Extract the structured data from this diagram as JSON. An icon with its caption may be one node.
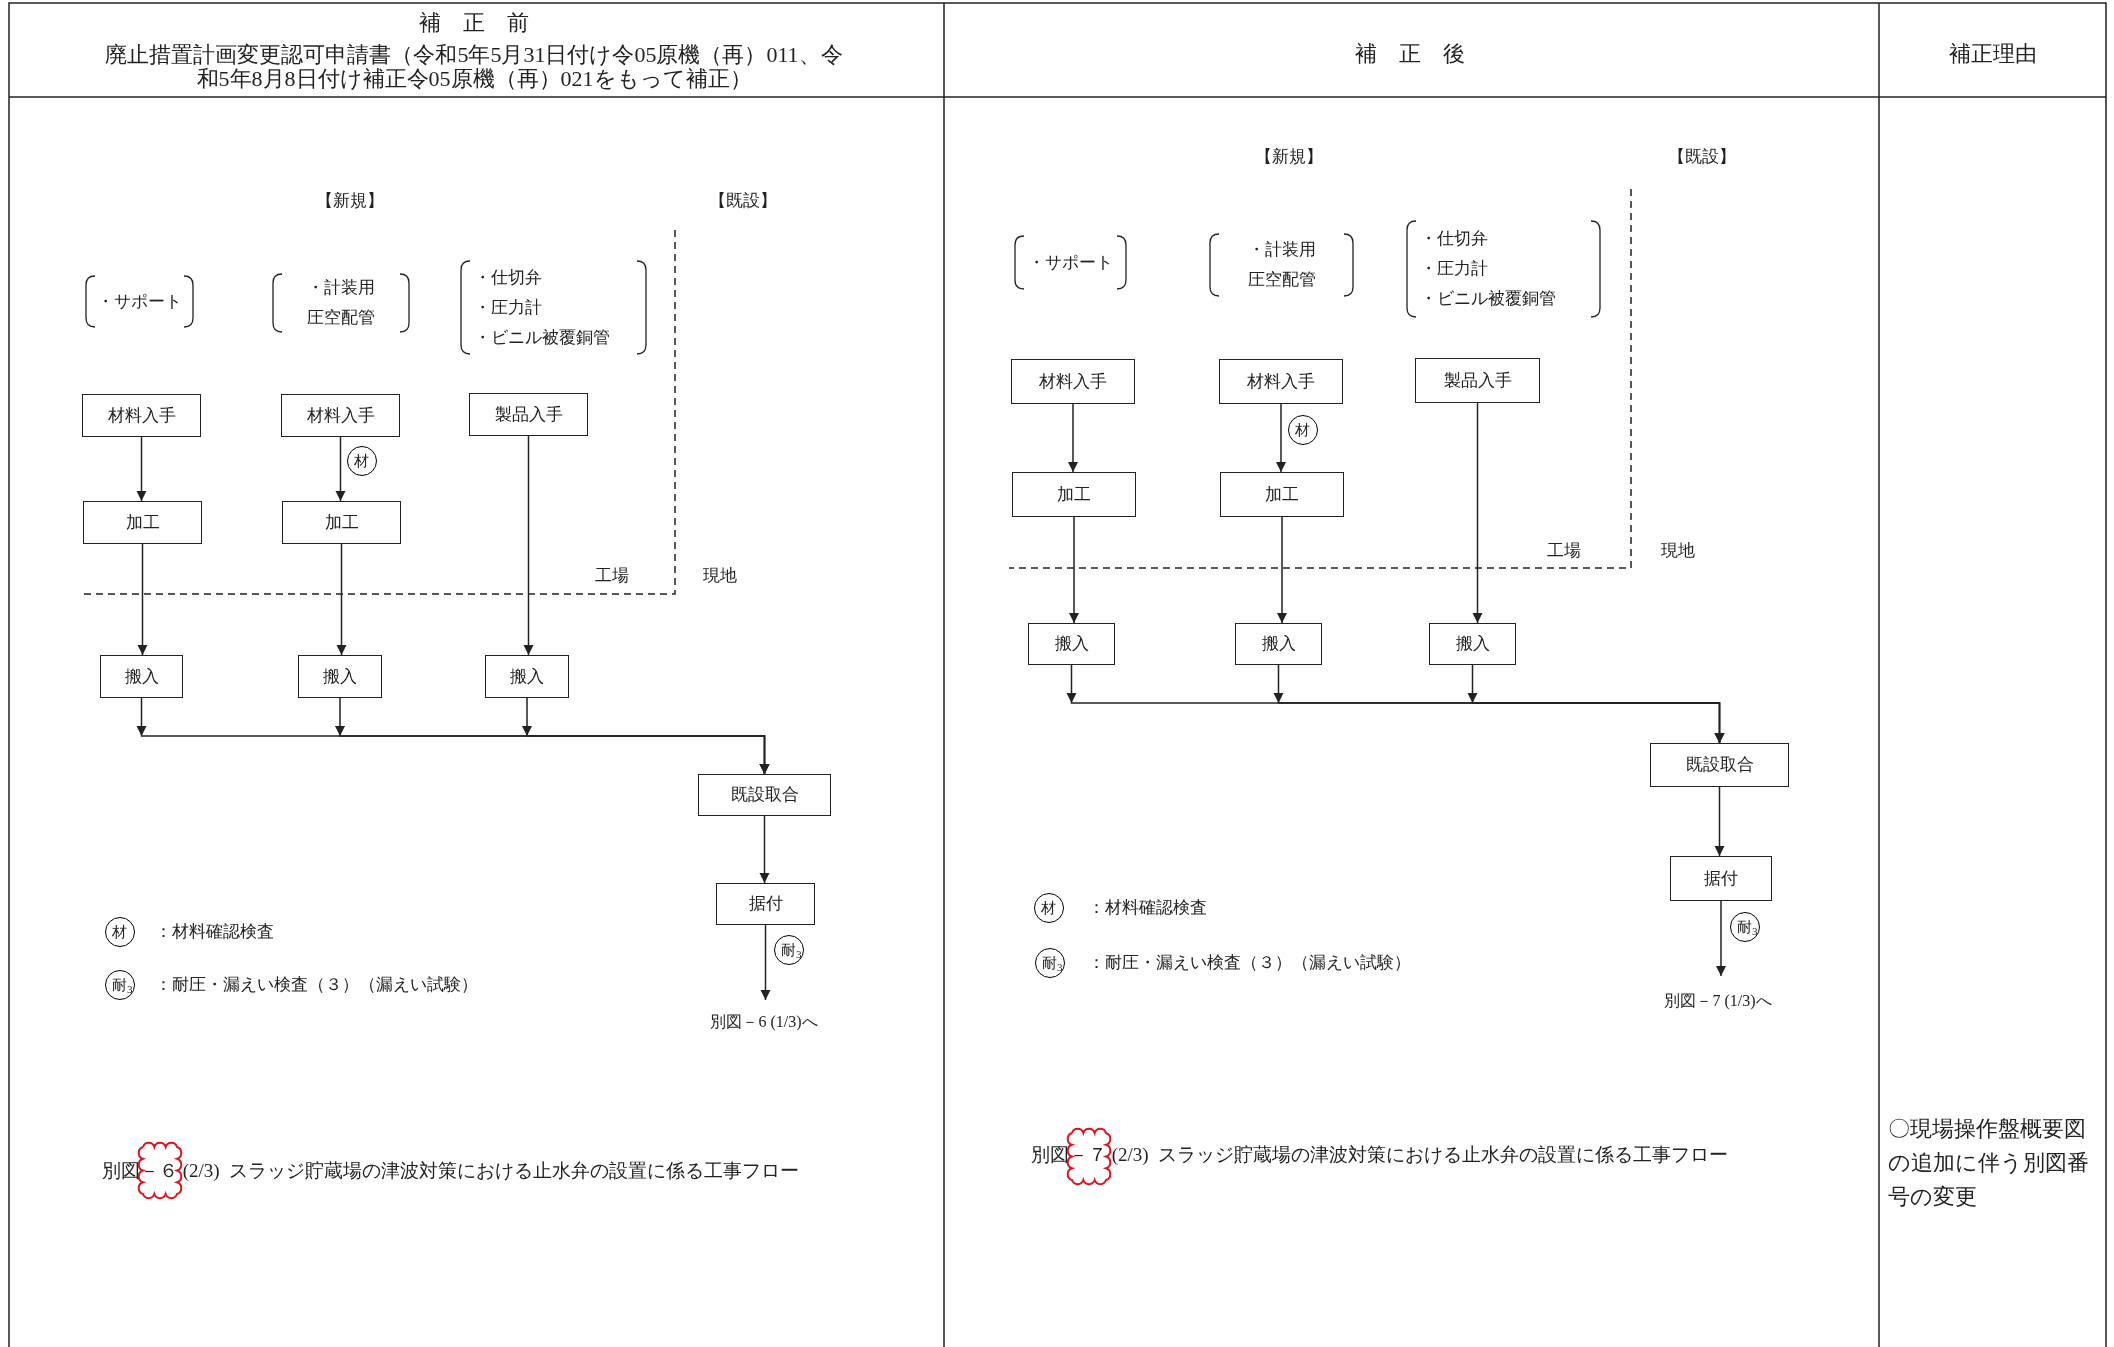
{
  "diagram": {
    "nodes": [
      {
        "text": [
          "・サポート"
        ]
      },
      {
        "text": [
          "・計装用",
          "圧空配管"
        ]
      },
      {
        "text": [
          "・仕切弁",
          "・圧力計",
          "・ビニル被覆銅管"
        ]
      },
      {
        "text": [
          "材料入手"
        ]
      },
      {
        "text": [
          "材料入手"
        ]
      },
      {
        "text": [
          "製品入手"
        ]
      },
      {
        "text": [
          "加工"
        ]
      },
      {
        "text": [
          "加工"
        ]
      },
      {
        "text": [
          "搬入"
        ]
      },
      {
        "text": [
          "搬入"
        ]
      },
      {
        "text": [
          "搬入"
        ]
      },
      {
        "text": [
          "既設取合"
        ]
      },
      {
        "text": [
          "据付"
        ]
      },
      {
        "text": [
          "別図－6 (1/3)へ"
        ]
      },
      {
        "text": [
          "・サポート"
        ]
      },
      {
        "text": [
          "・計装用",
          "圧空配管"
        ]
      },
      {
        "text": [
          "・仕切弁",
          "・圧力計",
          "・ビニル被覆銅管"
        ]
      },
      {
        "text": [
          "材料入手"
        ]
      },
      {
        "text": [
          "材料入手"
        ]
      },
      {
        "text": [
          "製品入手"
        ]
      },
      {
        "text": [
          "加工"
        ]
      },
      {
        "text": [
          "加工"
        ]
      },
      {
        "text": [
          "搬入"
        ]
      },
      {
        "text": [
          "搬入"
        ]
      },
      {
        "text": [
          "搬入"
        ]
      },
      {
        "text": [
          "既設取合"
        ]
      },
      {
        "text": [
          "据付"
        ]
      },
      {
        "text": [
          "別図－7 (1/3)へ"
        ]
      }
    ],
    "edges": [
      {
        "from": 3,
        "to": 6,
        "arrow": "to"
      },
      {
        "from": 4,
        "to": 7,
        "arrow": "to",
        "label": "材"
      },
      {
        "from": 6,
        "to": 8,
        "arrow": "to"
      },
      {
        "from": 7,
        "to": 9,
        "arrow": "to"
      },
      {
        "from": 5,
        "to": 10,
        "arrow": "to"
      },
      {
        "from": 8,
        "to": 11,
        "arrow": "to"
      },
      {
        "from": 9,
        "to": 11,
        "arrow": "to"
      },
      {
        "from": 10,
        "to": 11,
        "arrow": "to"
      },
      {
        "from": 11,
        "to": 12,
        "arrow": "to"
      },
      {
        "from": 12,
        "to": 13,
        "arrow": "to",
        "label": "耐$_{3}$"
      },
      {
        "from": 17,
        "to": 20,
        "arrow": "to"
      },
      {
        "from": 18,
        "to": 21,
        "arrow": "to",
        "label": "材"
      },
      {
        "from": 20,
        "to": 22,
        "arrow": "to"
      },
      {
        "from": 21,
        "to": 23,
        "arrow": "to"
      },
      {
        "from": 19,
        "to": 24,
        "arrow": "to"
      },
      {
        "from": 22,
        "to": 25,
        "arrow": "to"
      },
      {
        "from": 23,
        "to": 25,
        "arrow": "to"
      },
      {
        "from": 24,
        "to": 25,
        "arrow": "to"
      },
      {
        "from": 25,
        "to": 26,
        "arrow": "to"
      },
      {
        "from": 26,
        "to": 27,
        "arrow": "to",
        "label": "耐$_{3}$"
      }
    ],
    "labels": [
      "補　正　前",
      "廃止措置計画変更認可申請書（令和5年5月31日付け令05原機（再）011、令和5年8月8日付け補正令05原機（再）021をもって補正）",
      "補　正　後",
      "補正理由",
      "【新規】",
      "【既設】",
      "工場",
      "現地",
      "材",
      "：材料確認検査",
      "耐$_{3}$",
      "：耐圧・漏えい検査（３）（漏えい試験）",
      "別図－６ (2/3)  スラッジ貯蔵場の津波対策における止水弁の設置に係る工事フロー",
      "【新規】",
      "【既設】",
      "工場",
      "現地",
      "材",
      "：材料確認検査",
      "耐$_{3}$",
      "：耐圧・漏えい検査（３）（漏えい試験）",
      "別図－７ (2/3)  スラッジ貯蔵場の津波対策における止水弁の設置に係る工事フロー",
      "〇現場操作盤概要図の追加に伴う別図番号の変更"
    ]
  }
}
